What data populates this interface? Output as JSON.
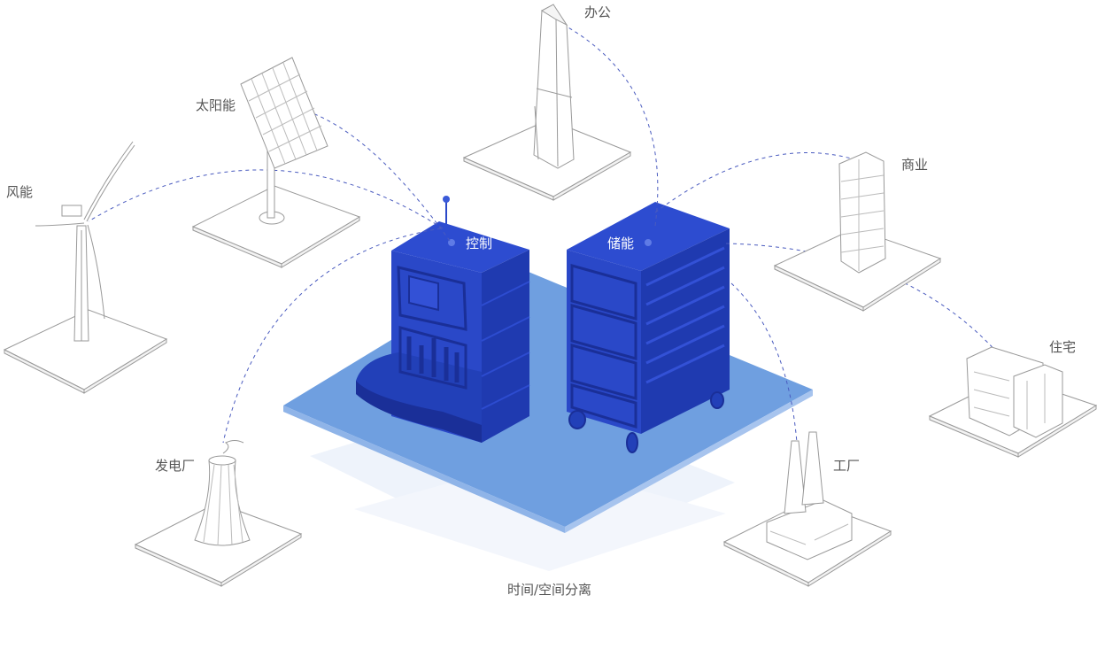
{
  "labels": {
    "office": "办公",
    "solar": "太阳能",
    "wind": "风能",
    "commercial": "商业",
    "residential": "住宅",
    "factory": "工厂",
    "power_plant": "发电厂",
    "control": "控制",
    "storage": "储能",
    "bottom_caption": "时间/空间分离"
  },
  "colors": {
    "platform": "#6f9fe0",
    "platform_light": "#aac6ef",
    "cabinet_dark": "#1f3ab0",
    "cabinet_mid": "#2a48c8",
    "cabinet_light": "#3a5ad8",
    "line": "#999999",
    "dash": "#4a5bbf"
  }
}
